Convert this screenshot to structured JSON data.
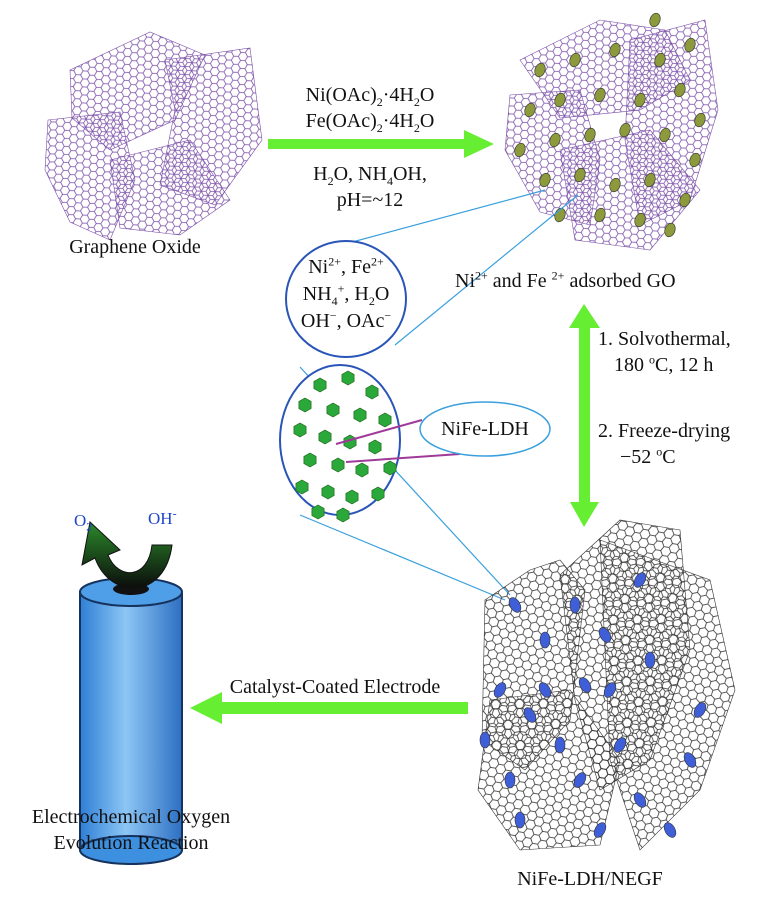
{
  "step1": {
    "reagent_1": "Ni(OAc)2·4H2O",
    "reagent_2": "Fe(OAc)2·4H2O",
    "conditions_1": "H2O, NH4OH,",
    "conditions_2": "pH=~12"
  },
  "graphene_oxide": {
    "label": "Graphene Oxide"
  },
  "adsorbed_go": {
    "label_ions": "Ni2+ and Fe 2+",
    "label_rest": " adsorbed GO"
  },
  "ion_circle": {
    "line_1": "Ni2+, Fe2+",
    "line_2": "NH4+, H2O",
    "line_3": "OH−, OAc−"
  },
  "step2": {
    "solvothermal_1": "1. Solvothermal,",
    "solvothermal_2": "180 oC, 12 h",
    "freeze_1": "2. Freeze-drying",
    "freeze_2": "−52 oC"
  },
  "ldh_callout": {
    "label": "NiFe-LDH"
  },
  "product": {
    "label": "NiFe-LDH/NEGF"
  },
  "step3": {
    "label": "Catalyst-Coated Electrode"
  },
  "electrode": {
    "o2_label": "O2",
    "oh_label": "OH-",
    "caption_1": "Electrochemical Oxygen",
    "caption_2": "Evolution Reaction"
  },
  "colors": {
    "arrow": "#66ee33",
    "graphene_go": "#7a4fa8",
    "graphene_negf": "#333333",
    "ni_fe_dot": "#8c9a3c",
    "ldh_dot": "#2aa83a",
    "negf_dot": "#3f5fd8",
    "circle": "#2a55b8",
    "callout_line": "#3aa0dd",
    "ldh_pointer": "#a03a9a",
    "electrode": "#3d8fe0"
  }
}
